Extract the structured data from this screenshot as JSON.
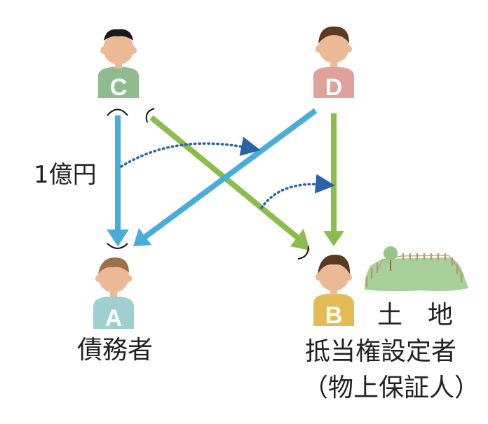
{
  "persons": {
    "C": {
      "letter": "C",
      "color": "#8fbc8f"
    },
    "D": {
      "letter": "D",
      "color": "#e0a09c"
    },
    "A": {
      "letter": "A",
      "color": "#9fd0cf"
    },
    "B": {
      "letter": "B",
      "color": "#e3bb55"
    }
  },
  "labels": {
    "loan_amount": "1億円",
    "debtor": "債務者",
    "mortgagor": "抵当権設定者",
    "mortgagor_note": "（物上保証人）",
    "land": "土　地"
  },
  "colors": {
    "blue_arrow": "#4aacd8",
    "green_arrow": "#8bbd4c",
    "dotted": "#2a64a8",
    "skin": "#ebb995"
  }
}
